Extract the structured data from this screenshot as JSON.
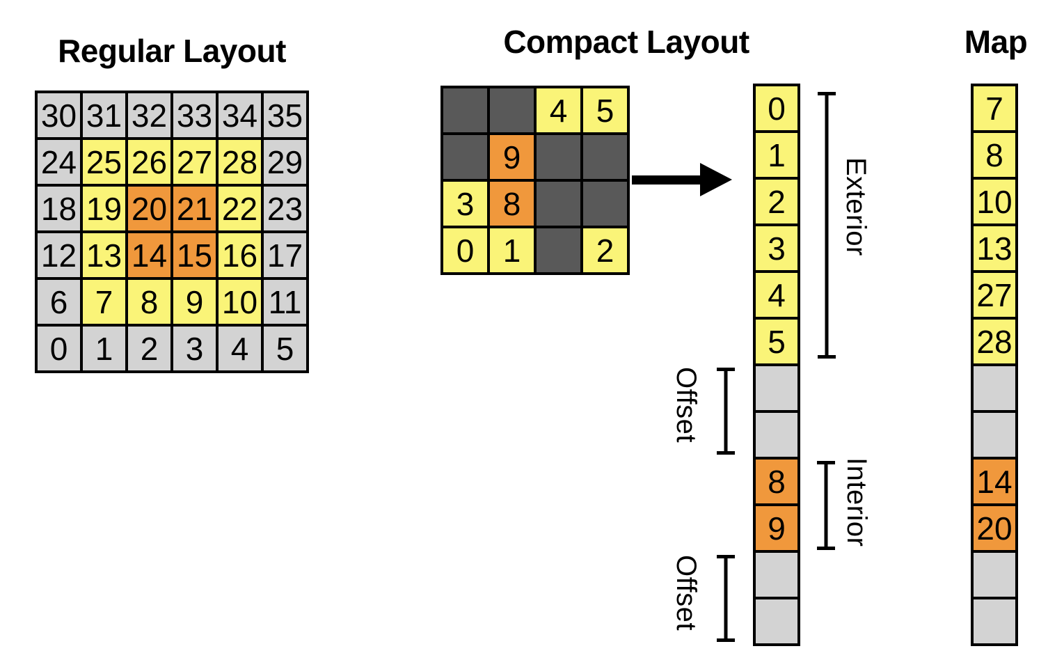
{
  "colors": {
    "yellow": "#FAF478",
    "orange": "#F0983C",
    "light_gray": "#D3D3D3",
    "dark_gray": "#595959",
    "border": "#000000",
    "arrow": "#000000"
  },
  "regular_layout": {
    "title": "Regular Layout",
    "rows": [
      [
        {
          "v": "30",
          "c": "light_gray"
        },
        {
          "v": "31",
          "c": "light_gray"
        },
        {
          "v": "32",
          "c": "light_gray"
        },
        {
          "v": "33",
          "c": "light_gray"
        },
        {
          "v": "34",
          "c": "light_gray"
        },
        {
          "v": "35",
          "c": "light_gray"
        }
      ],
      [
        {
          "v": "24",
          "c": "light_gray"
        },
        {
          "v": "25",
          "c": "yellow"
        },
        {
          "v": "26",
          "c": "yellow"
        },
        {
          "v": "27",
          "c": "yellow"
        },
        {
          "v": "28",
          "c": "yellow"
        },
        {
          "v": "29",
          "c": "light_gray"
        }
      ],
      [
        {
          "v": "18",
          "c": "light_gray"
        },
        {
          "v": "19",
          "c": "yellow"
        },
        {
          "v": "20",
          "c": "orange"
        },
        {
          "v": "21",
          "c": "orange"
        },
        {
          "v": "22",
          "c": "yellow"
        },
        {
          "v": "23",
          "c": "light_gray"
        }
      ],
      [
        {
          "v": "12",
          "c": "light_gray"
        },
        {
          "v": "13",
          "c": "yellow"
        },
        {
          "v": "14",
          "c": "orange"
        },
        {
          "v": "15",
          "c": "orange"
        },
        {
          "v": "16",
          "c": "yellow"
        },
        {
          "v": "17",
          "c": "light_gray"
        }
      ],
      [
        {
          "v": "6",
          "c": "light_gray"
        },
        {
          "v": "7",
          "c": "yellow"
        },
        {
          "v": "8",
          "c": "yellow"
        },
        {
          "v": "9",
          "c": "yellow"
        },
        {
          "v": "10",
          "c": "yellow"
        },
        {
          "v": "11",
          "c": "light_gray"
        }
      ],
      [
        {
          "v": "0",
          "c": "light_gray"
        },
        {
          "v": "1",
          "c": "light_gray"
        },
        {
          "v": "2",
          "c": "light_gray"
        },
        {
          "v": "3",
          "c": "light_gray"
        },
        {
          "v": "4",
          "c": "light_gray"
        },
        {
          "v": "5",
          "c": "light_gray"
        }
      ]
    ]
  },
  "compact_layout": {
    "title": "Compact Layout",
    "rows": [
      [
        {
          "v": "",
          "c": "dark_gray"
        },
        {
          "v": "",
          "c": "dark_gray"
        },
        {
          "v": "4",
          "c": "yellow"
        },
        {
          "v": "5",
          "c": "yellow"
        }
      ],
      [
        {
          "v": "",
          "c": "dark_gray"
        },
        {
          "v": "9",
          "c": "orange"
        },
        {
          "v": "",
          "c": "dark_gray"
        },
        {
          "v": "",
          "c": "dark_gray"
        }
      ],
      [
        {
          "v": "3",
          "c": "yellow"
        },
        {
          "v": "8",
          "c": "orange"
        },
        {
          "v": "",
          "c": "dark_gray"
        },
        {
          "v": "",
          "c": "dark_gray"
        }
      ],
      [
        {
          "v": "0",
          "c": "yellow"
        },
        {
          "v": "1",
          "c": "yellow"
        },
        {
          "v": "",
          "c": "dark_gray"
        },
        {
          "v": "2",
          "c": "yellow"
        }
      ]
    ]
  },
  "value_column": {
    "cells": [
      {
        "v": "0",
        "c": "yellow"
      },
      {
        "v": "1",
        "c": "yellow"
      },
      {
        "v": "2",
        "c": "yellow"
      },
      {
        "v": "3",
        "c": "yellow"
      },
      {
        "v": "4",
        "c": "yellow"
      },
      {
        "v": "5",
        "c": "yellow"
      },
      {
        "v": "",
        "c": "light_gray"
      },
      {
        "v": "",
        "c": "light_gray"
      },
      {
        "v": "8",
        "c": "orange"
      },
      {
        "v": "9",
        "c": "orange"
      },
      {
        "v": "",
        "c": "light_gray"
      },
      {
        "v": "",
        "c": "light_gray"
      }
    ]
  },
  "map_column": {
    "title": "Map",
    "cells": [
      {
        "v": "7",
        "c": "yellow"
      },
      {
        "v": "8",
        "c": "yellow"
      },
      {
        "v": "10",
        "c": "yellow"
      },
      {
        "v": "13",
        "c": "yellow"
      },
      {
        "v": "27",
        "c": "yellow"
      },
      {
        "v": "28",
        "c": "yellow"
      },
      {
        "v": "",
        "c": "light_gray"
      },
      {
        "v": "",
        "c": "light_gray"
      },
      {
        "v": "14",
        "c": "orange"
      },
      {
        "v": "20",
        "c": "orange"
      },
      {
        "v": "",
        "c": "light_gray"
      },
      {
        "v": "",
        "c": "light_gray"
      }
    ]
  },
  "annotations": {
    "exterior": "Exterior",
    "interior": "Interior",
    "offset_top": "Offset",
    "offset_bottom": "Offset"
  }
}
